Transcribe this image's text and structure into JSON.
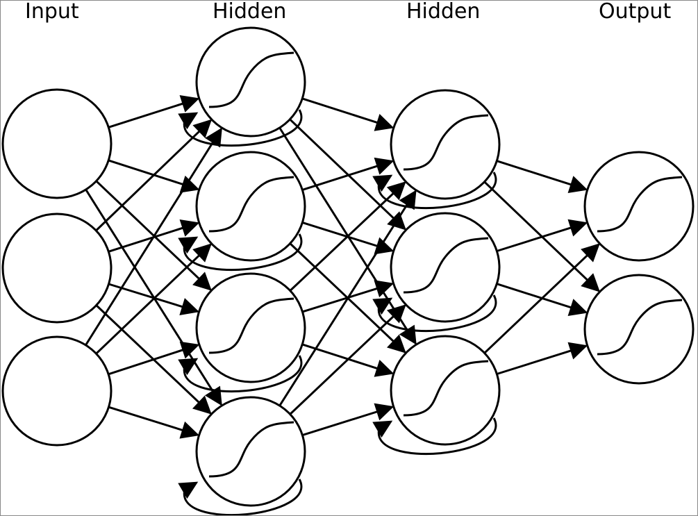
{
  "labels": {
    "input": "Input",
    "hidden1": "Hidden",
    "hidden2": "Hidden",
    "output": "Output"
  },
  "diagram": {
    "type": "neural-network",
    "layers": [
      {
        "name": "input",
        "neurons": 3,
        "activation": false,
        "recurrent": false
      },
      {
        "name": "hidden1",
        "neurons": 4,
        "activation": "sigmoid",
        "recurrent": true
      },
      {
        "name": "hidden2",
        "neurons": 3,
        "activation": "sigmoid",
        "recurrent": true
      },
      {
        "name": "output",
        "neurons": 2,
        "activation": "sigmoid",
        "recurrent": false
      }
    ],
    "connectivity": "fully-connected",
    "colors": {
      "stroke": "#000000",
      "fill": "#ffffff"
    }
  }
}
